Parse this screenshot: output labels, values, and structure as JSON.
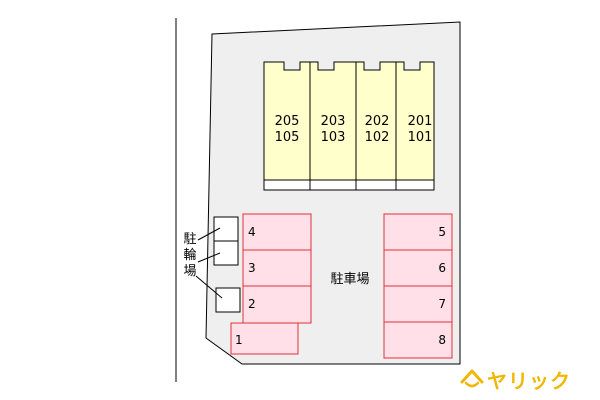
{
  "building": {
    "units": [
      {
        "upper": "205",
        "lower": "105"
      },
      {
        "upper": "203",
        "lower": "103"
      },
      {
        "upper": "202",
        "lower": "102"
      },
      {
        "upper": "201",
        "lower": "101"
      }
    ]
  },
  "parking": {
    "label": "駐車場",
    "left_slots": [
      "4",
      "3",
      "2",
      "1"
    ],
    "right_slots": [
      "5",
      "6",
      "7",
      "8"
    ]
  },
  "bicycle_parking": {
    "label_chars": [
      "駐",
      "輪",
      "場"
    ]
  },
  "brand": {
    "name": "ヤリック"
  },
  "colors": {
    "building_fill": "#ffffcc",
    "slot_fill": "#ffe0e8",
    "slot_stroke": "#e0303a",
    "lot_fill": "#efefef",
    "brand": "#f2b705"
  }
}
